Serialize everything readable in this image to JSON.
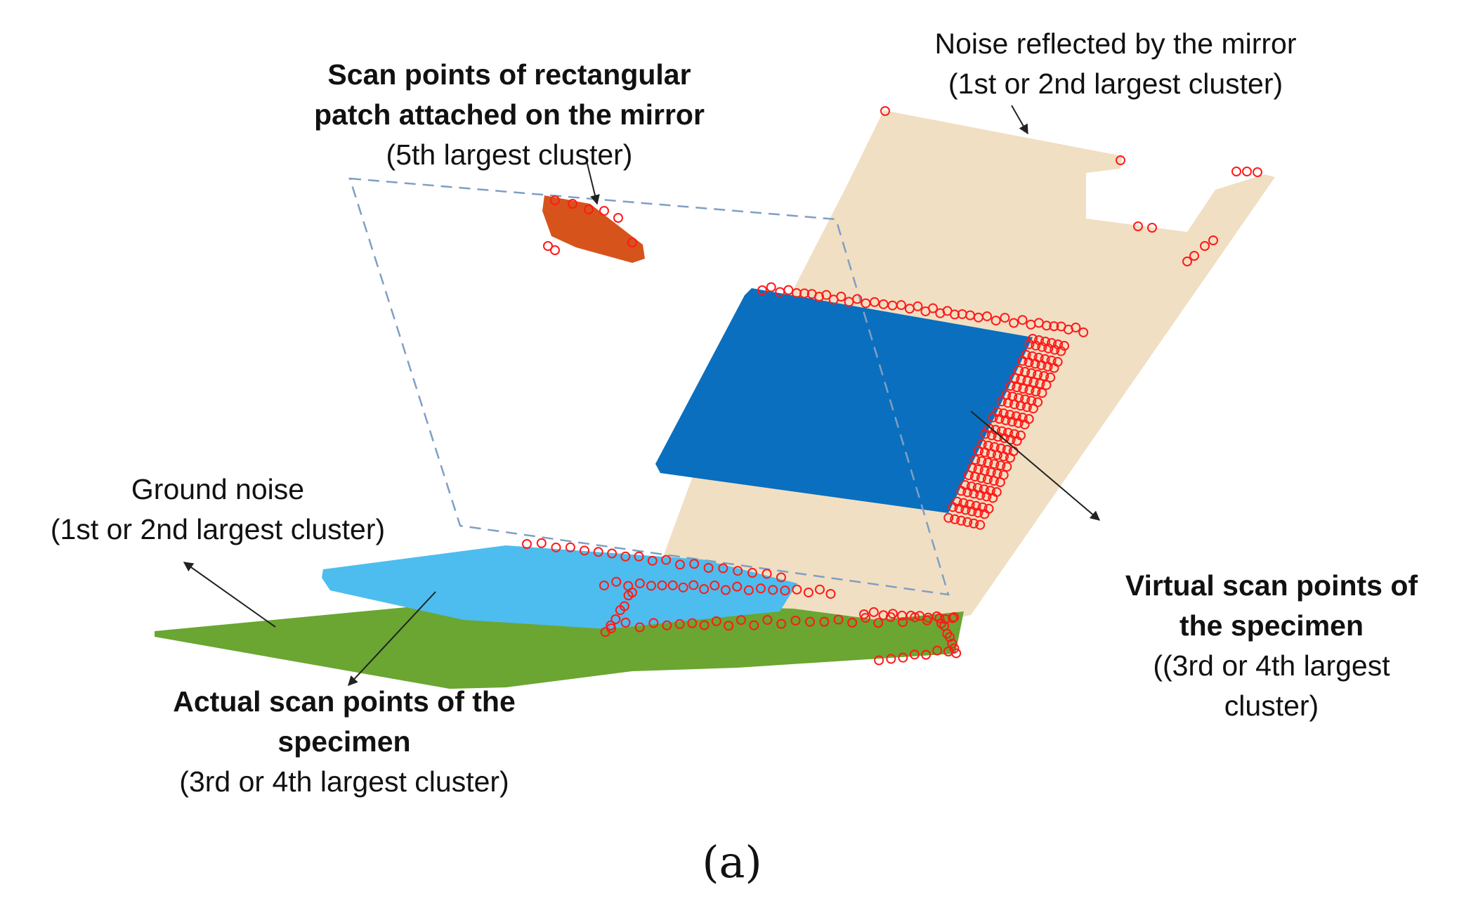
{
  "colors": {
    "mirror_noise": "#f1dfc3",
    "virtual_specimen": "#0a6fbe",
    "actual_specimen": "#4cbdee",
    "ground_noise": "#6aa631",
    "patch": "#d6541b",
    "outlier_marker": "#ff1a1a",
    "mirror_outline": "#7f9fc4",
    "arrow": "#222222"
  },
  "labels": {
    "patch": {
      "line1": "Scan points of rectangular",
      "line2": "patch attached on the mirror",
      "line3": "(5th largest cluster)"
    },
    "mirror_noise": {
      "line1": "Noise reflected by the mirror",
      "line2": "(1st or 2nd largest cluster)"
    },
    "ground_noise": {
      "line1": "Ground noise",
      "line2": "(1st or 2nd largest cluster)"
    },
    "actual_specimen": {
      "line1": "Actual scan points of the",
      "line2": "specimen",
      "line3": "(3rd or 4th largest cluster)"
    },
    "virtual_specimen": {
      "line1": "Virtual scan points of",
      "line2": "the specimen",
      "line3": "((3rd or 4th largest",
      "line4": "cluster)"
    }
  },
  "caption": "(a)"
}
